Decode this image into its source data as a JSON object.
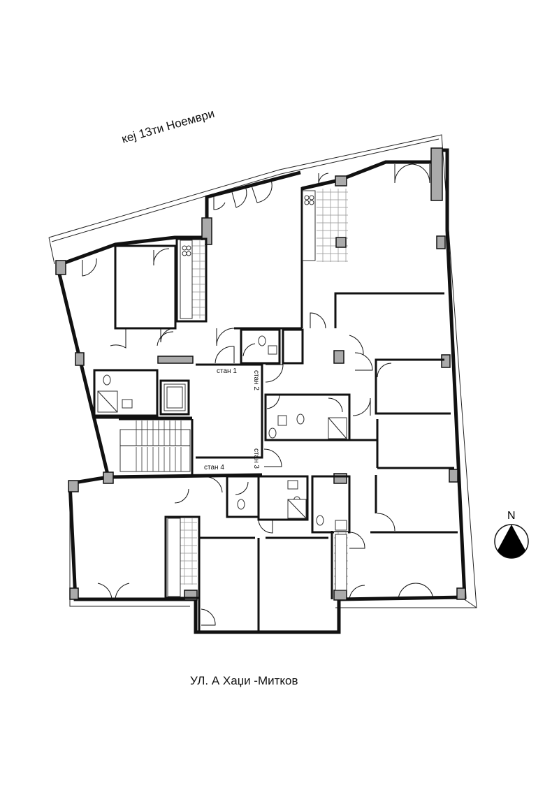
{
  "title_top_street": "кеј 13ти Ноември",
  "title_bottom_street": "УЛ. А Хаџи -Митков",
  "units": {
    "unit1": "стан 1",
    "unit2": "стан 2",
    "unit3": "стан 3",
    "unit4": "стан 4"
  },
  "compass": {
    "label": "N"
  }
}
